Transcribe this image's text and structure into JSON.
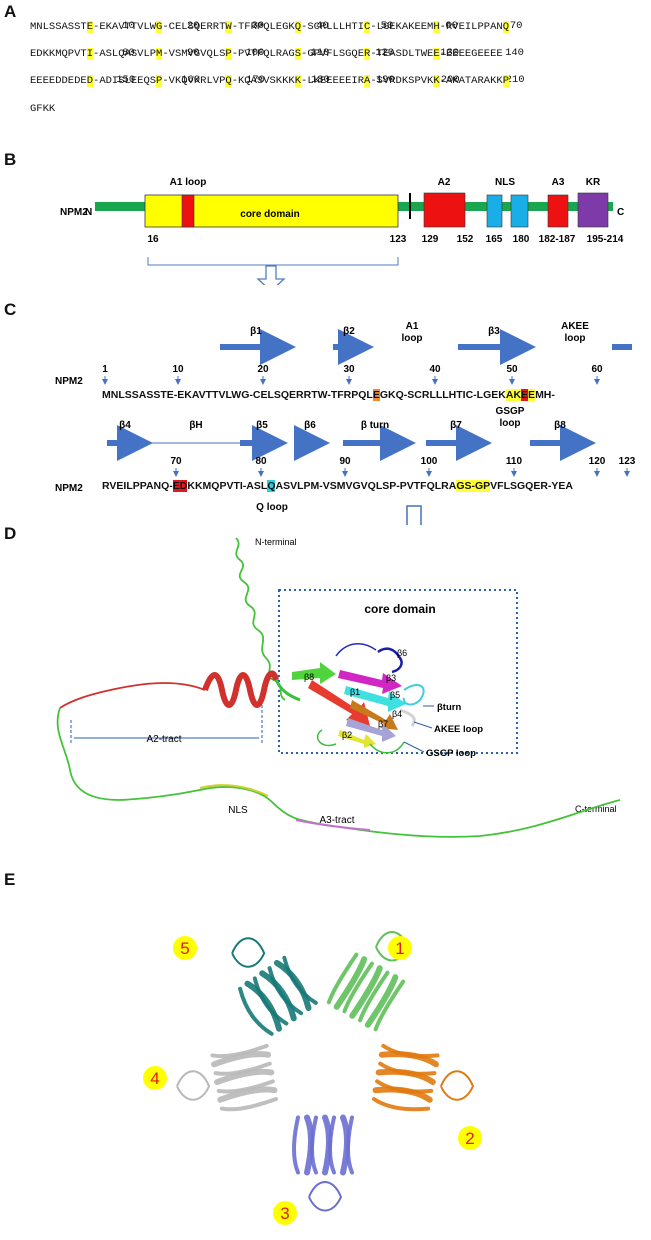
{
  "panels": {
    "a": "A",
    "b": "B",
    "c": "C",
    "d": "D",
    "e": "E"
  },
  "panelA": {
    "line1_nums": [
      "10",
      "20",
      "30",
      "40",
      "50",
      "60",
      "70"
    ],
    "line2_nums": [
      "80",
      "90",
      "100",
      "110",
      "120",
      "130",
      "140"
    ],
    "line3_nums": [
      "150",
      "160",
      "170",
      "180",
      "190",
      "200",
      "210"
    ],
    "row1": [
      {
        "t": "MNLSSASST",
        "h": false
      },
      {
        "t": "E",
        "h": true
      },
      {
        "t": "-EKAVTTVLW",
        "h": false
      },
      {
        "t": "G",
        "h": true
      },
      {
        "t": "-CELSQERRT",
        "h": false
      },
      {
        "t": "W",
        "h": true
      },
      {
        "t": "-TFRPQLEGK",
        "h": false
      },
      {
        "t": "Q",
        "h": true
      },
      {
        "t": "-SCRLLLHTI",
        "h": false
      },
      {
        "t": "C",
        "h": true
      },
      {
        "t": "-LGEKAKEEM",
        "h": false
      },
      {
        "t": "H",
        "h": true
      },
      {
        "t": "-RVEILPPAN",
        "h": false
      },
      {
        "t": "Q",
        "h": true
      }
    ],
    "row2": [
      {
        "t": "EDKKMQPVT",
        "h": false
      },
      {
        "t": "I",
        "h": true
      },
      {
        "t": "-ASLQASVLP",
        "h": false
      },
      {
        "t": "M",
        "h": true
      },
      {
        "t": "-VSMVGVQLS",
        "h": false
      },
      {
        "t": "P",
        "h": true
      },
      {
        "t": "-PVTFQLRAG",
        "h": false
      },
      {
        "t": "S",
        "h": true
      },
      {
        "t": "-GPVFLSGQE",
        "h": false
      },
      {
        "t": "R",
        "h": true
      },
      {
        "t": "-TEASDLTWE",
        "h": false
      },
      {
        "t": "E",
        "h": true
      },
      {
        "t": "-EEEEGEEEE",
        "h": false
      }
    ],
    "row3": [
      {
        "t": "EEEEDDEDE",
        "h": false
      },
      {
        "t": "D",
        "h": true
      },
      {
        "t": "-ADISLEEQS",
        "h": false
      },
      {
        "t": "P",
        "h": true
      },
      {
        "t": "-VKQVKRLVP",
        "h": false
      },
      {
        "t": "Q",
        "h": true
      },
      {
        "t": "-KQASVSKKK",
        "h": false
      },
      {
        "t": "K",
        "h": true
      },
      {
        "t": "-LKEEEEEIR",
        "h": false
      },
      {
        "t": "A",
        "h": true
      },
      {
        "t": "-SVRDKSPVK",
        "h": false
      },
      {
        "t": "K",
        "h": true
      },
      {
        "t": "-AKATARAKK",
        "h": false
      },
      {
        "t": "P",
        "h": true
      }
    ],
    "row4": "GFKK"
  },
  "panelB": {
    "protein": "NPM2",
    "n": "N",
    "c": "C",
    "a1_loop": "A1 loop",
    "core": "core domain",
    "a2": "A2",
    "nls": "NLS",
    "a3": "A3",
    "kr": "KR",
    "pos": [
      "16",
      "123",
      "129",
      "152",
      "165",
      "180",
      "182-187",
      "195-214"
    ],
    "colors": {
      "backbone": "#1aa64f",
      "core": "#ffff00",
      "red": "#ee1111",
      "nls": "#19aee8",
      "kr": "#7e3aa8"
    }
  },
  "panelC": {
    "protein": "NPM2",
    "row1_struct": [
      "β1",
      "β2",
      "A1\nloop",
      "β3",
      "AKEE\nloop"
    ],
    "row1_nums": [
      "1",
      "10",
      "20",
      "30",
      "40",
      "50",
      "60"
    ],
    "row1_seq": [
      {
        "t": "MNLSSASSTE-EKAVTTVLWG-CELSQERRTW-TFRPQL",
        "c": ""
      },
      {
        "t": "E",
        "c": "#f28c28"
      },
      {
        "t": "GKQ-SCRLLLHTIC-LGEK",
        "c": ""
      },
      {
        "t": "AK",
        "c": "#ffff33"
      },
      {
        "t": "E",
        "c": "#e5161b"
      },
      {
        "t": "E",
        "c": "#ffff33"
      },
      {
        "t": "MH-",
        "c": ""
      }
    ],
    "row2_struct": [
      "β4",
      "βH",
      "β5",
      "β6",
      "β turn",
      "β7",
      "GSGP\nloop",
      "β8"
    ],
    "row2_nums": [
      "70",
      "80",
      "90",
      "100",
      "110",
      "120",
      "123"
    ],
    "row2_seq": [
      {
        "t": "RVEILPPANQ-",
        "c": ""
      },
      {
        "t": "ED",
        "c": "#e5161b"
      },
      {
        "t": "KKMQPVTI-ASL",
        "c": ""
      },
      {
        "t": "Q",
        "c": "#2ed0e0"
      },
      {
        "t": "ASVLPM-VSMVGVQLSP-PVTFQLRA",
        "c": ""
      },
      {
        "t": "GS-GP",
        "c": "#ffff33"
      },
      {
        "t": "VFLSGQER-YEA",
        "c": ""
      }
    ],
    "q_loop": "Q loop"
  },
  "panelD": {
    "n_terminal": "N-terminal",
    "c_terminal": "C-terminal",
    "core_title": "core domain",
    "a2_tract": "A2-tract",
    "nls": "NLS",
    "a3_tract": "A3-tract",
    "strands": [
      "β1",
      "β2",
      "β3",
      "β4",
      "β5",
      "β6",
      "β7",
      "β8"
    ],
    "loops": [
      "βturn",
      "AKEE loop",
      "GSGP loop"
    ]
  },
  "panelE": {
    "subunits": [
      "1",
      "2",
      "3",
      "4",
      "5"
    ],
    "colors": [
      "#5fbf5a",
      "#e07a10",
      "#6b6fd0",
      "#b8b8b8",
      "#177a78"
    ]
  }
}
